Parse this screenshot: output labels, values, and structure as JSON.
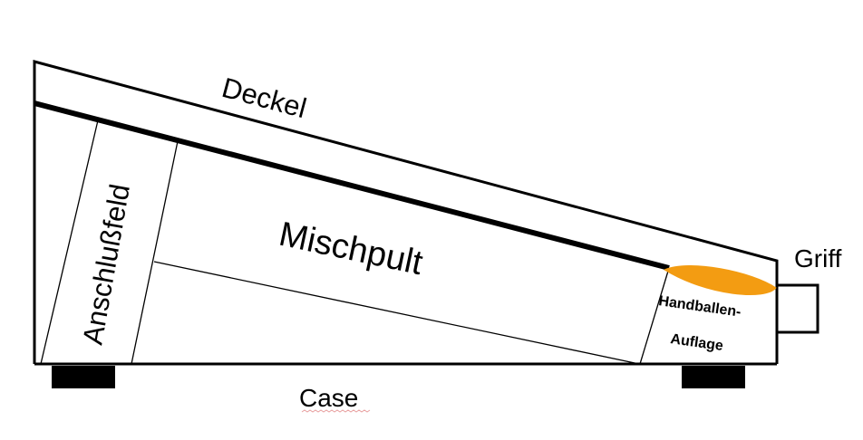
{
  "labels": {
    "lid": "Deckel",
    "connection_field": "Anschlußfeld",
    "mixer": "Mischpult",
    "palm_rest_line1": "Handballen-",
    "palm_rest_line2": "Auflage",
    "handle": "Griff",
    "case": "Case"
  },
  "colors": {
    "outline": "#000000",
    "palm_rest": "#f39c12",
    "background": "#ffffff",
    "spellcheck_underline": "#e8a0a0"
  }
}
